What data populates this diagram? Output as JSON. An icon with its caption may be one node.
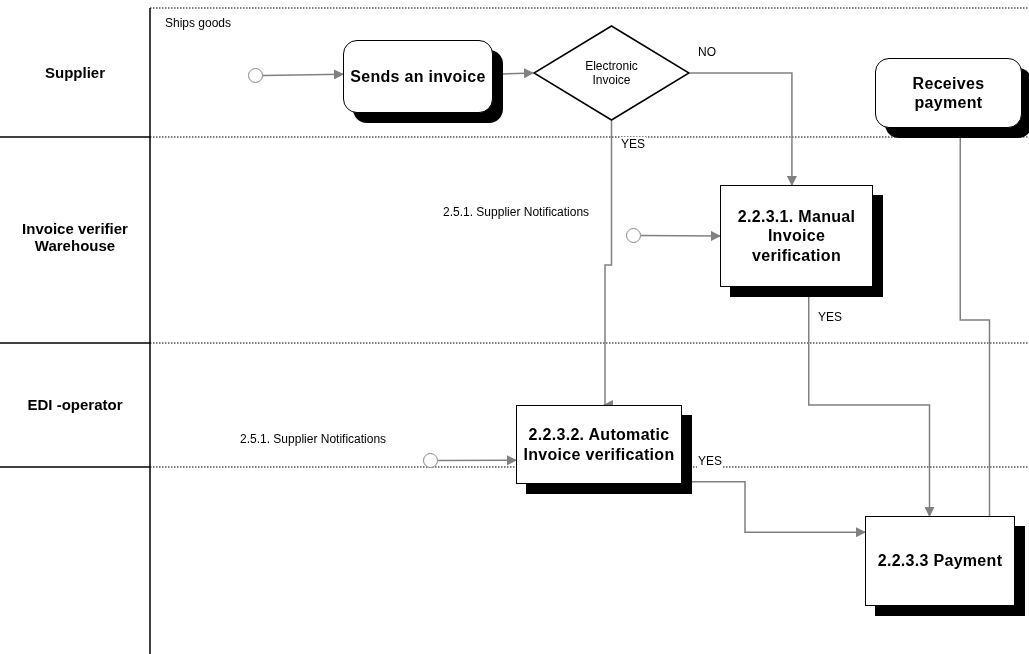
{
  "diagram": {
    "nodes": [
      {
        "text": [],
        "shape": "circle",
        "beside": [
          "Ships goods"
        ]
      },
      {
        "text": [
          "Sends an invoice"
        ]
      },
      {
        "text": [
          "Electronic Invoice"
        ]
      },
      {
        "text": [
          "Receives payment"
        ]
      },
      {
        "text": [],
        "shape": "circle",
        "beside": [
          "2.5.1. Supplier Notifications"
        ]
      },
      {
        "text": [
          "2.2.3.1. Manual Invoice verification"
        ]
      },
      {
        "text": [],
        "shape": "circle",
        "beside": [
          "2.5.1. Supplier Notifications"
        ]
      },
      {
        "text": [
          "2.2.3.2. Automatic Invoice verification"
        ]
      },
      {
        "text": [
          "2.2.3.3 Payment"
        ]
      }
    ],
    "edges": [
      {
        "from": 0,
        "to": 1,
        "arrow": "to"
      },
      {
        "from": 1,
        "to": 2,
        "arrow": "to"
      },
      {
        "from": 2,
        "to": 5,
        "arrow": "to",
        "label": "NO"
      },
      {
        "from": 2,
        "to": 7,
        "arrow": "to",
        "label": "YES"
      },
      {
        "from": 4,
        "to": 5,
        "arrow": "to"
      },
      {
        "from": 5,
        "to": 8,
        "arrow": "to",
        "label": "YES"
      },
      {
        "from": 6,
        "to": 7,
        "arrow": "to"
      },
      {
        "from": 7,
        "to": 8,
        "arrow": "to",
        "label": "YES"
      },
      {
        "from": 8,
        "to": 3,
        "arrow": "to"
      }
    ],
    "labels": [
      "Supplier",
      "Invoice verifier Warehouse",
      "EDI -operator"
    ]
  }
}
